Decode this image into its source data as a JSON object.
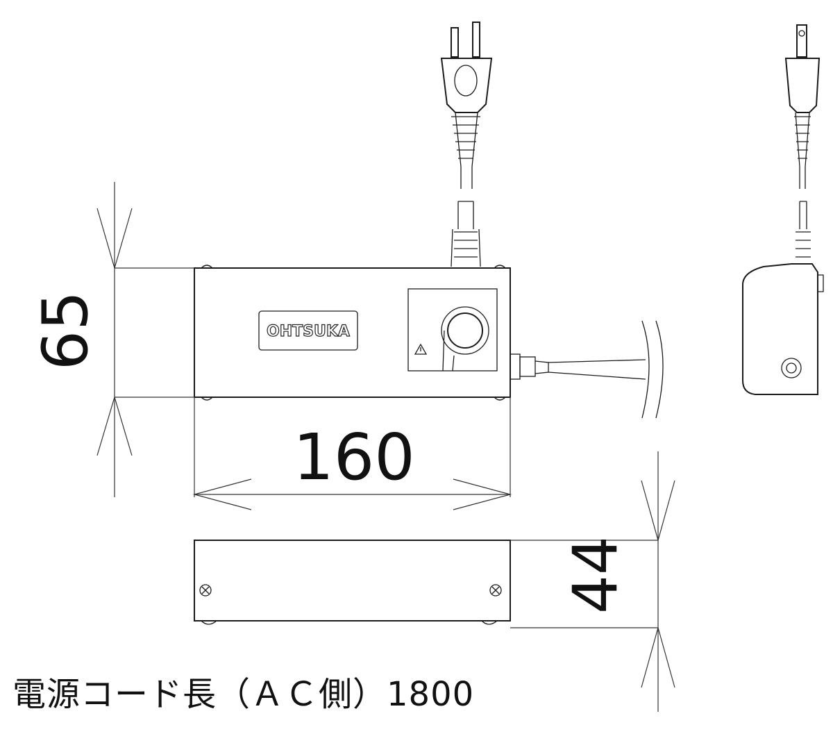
{
  "dimensions": {
    "height": "65",
    "width": "160",
    "depth": "44"
  },
  "logo_text": "OHTSUKA",
  "caption": "電源コード長（ＡＣ側）1800"
}
